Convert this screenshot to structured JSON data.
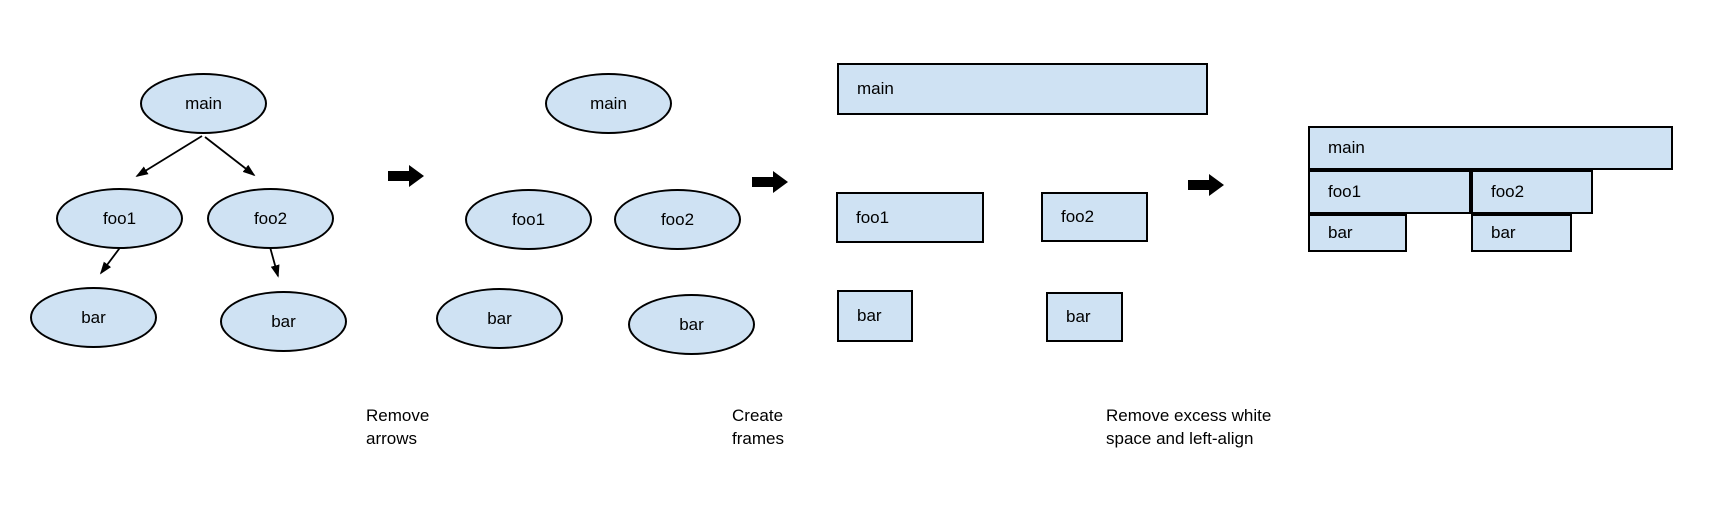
{
  "colors": {
    "background": "#ffffff",
    "node_fill": "#cfe2f3",
    "node_border": "#000000",
    "arrow": "#000000",
    "text": "#000000"
  },
  "panels": [
    {
      "nodes": [
        {
          "label": "main"
        },
        {
          "label": "foo1"
        },
        {
          "label": "foo2"
        },
        {
          "label": "bar"
        },
        {
          "label": "bar"
        }
      ]
    },
    {
      "nodes": [
        {
          "label": "main"
        },
        {
          "label": "foo1"
        },
        {
          "label": "foo2"
        },
        {
          "label": "bar"
        },
        {
          "label": "bar"
        }
      ]
    },
    {
      "nodes": [
        {
          "label": "main"
        },
        {
          "label": "foo1"
        },
        {
          "label": "foo2"
        },
        {
          "label": "bar"
        },
        {
          "label": "bar"
        }
      ]
    },
    {
      "nodes": [
        {
          "label": "main"
        },
        {
          "label": "foo1"
        },
        {
          "label": "foo2"
        },
        {
          "label": "bar"
        },
        {
          "label": "bar"
        }
      ]
    }
  ],
  "transitions": [
    {
      "icon": "right-arrow-icon",
      "caption": "Remove\narrows"
    },
    {
      "icon": "right-arrow-icon",
      "caption": "Create\nframes"
    },
    {
      "icon": "right-arrow-icon",
      "caption": "Remove excess white\nspace and left-align"
    }
  ]
}
